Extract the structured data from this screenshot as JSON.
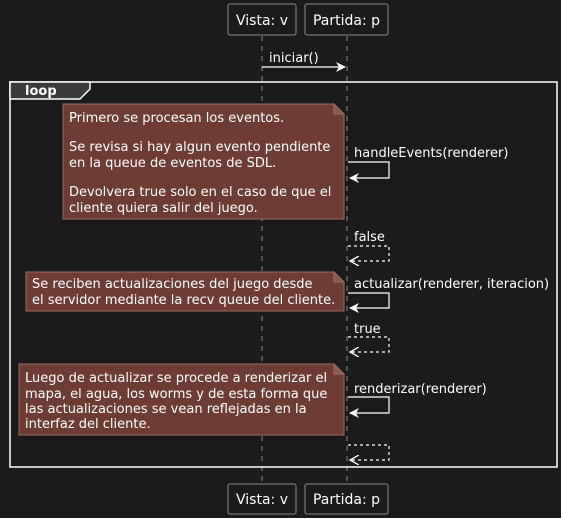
{
  "participants": [
    {
      "id": "v",
      "label": "Vista: v"
    },
    {
      "id": "p",
      "label": "Partida: p"
    }
  ],
  "messages": [
    {
      "id": "iniciar",
      "from": "v",
      "to": "p",
      "label": "iniciar()",
      "style": "solid"
    },
    {
      "id": "handle",
      "from": "p",
      "to": "p",
      "label": "handleEvents(renderer)",
      "style": "solid"
    },
    {
      "id": "false",
      "from": "p",
      "to": "p",
      "label": "false",
      "style": "dashed"
    },
    {
      "id": "actualizar",
      "from": "p",
      "to": "p",
      "label": "actualizar(renderer, iteracion)",
      "style": "solid"
    },
    {
      "id": "true",
      "from": "p",
      "to": "p",
      "label": "true",
      "style": "dashed"
    },
    {
      "id": "renderizar",
      "from": "p",
      "to": "p",
      "label": "renderizar(renderer)",
      "style": "solid"
    },
    {
      "id": "ret",
      "from": "p",
      "to": "p",
      "label": "",
      "style": "dashed"
    }
  ],
  "loop": {
    "label": "loop"
  },
  "notes": [
    {
      "id": "eventos",
      "lines": [
        "Primero se procesan los eventos.",
        "",
        "Se revisa si hay algun evento pendiente",
        "en la queue de eventos de SDL.",
        "",
        "Devolvera true solo en el caso de que el",
        "cliente quiera salir del juego."
      ]
    },
    {
      "id": "actualizaciones",
      "lines": [
        "Se reciben actualizaciones del juego desde",
        "el servidor mediante la recv queue del cliente."
      ]
    },
    {
      "id": "renderizado",
      "lines": [
        "Luego de actualizar se procede a renderizar el",
        "mapa, el agua, los worms y de esta forma que",
        "las actualizaciones se vean reflejadas en la",
        "interfaz del cliente."
      ]
    }
  ],
  "colors": {
    "background": "#1b1b1b",
    "note_fill": "#6e3c33",
    "line": "#ffffff",
    "participant_border": "#8a8a8a"
  }
}
